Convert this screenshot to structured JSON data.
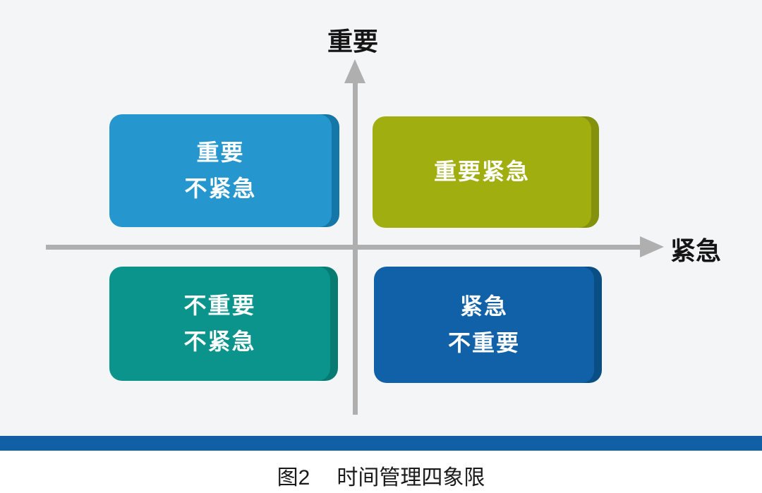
{
  "diagram": {
    "y_axis_label": "重要",
    "x_axis_label": "紧急",
    "quadrants": [
      {
        "id": "important-not-urgent",
        "position": "top-left",
        "line1": "重要",
        "line2": "不紧急",
        "color": "#2697CE",
        "edge_color": "#1477A7"
      },
      {
        "id": "important-urgent",
        "position": "top-right",
        "line1": "重要紧急",
        "color": "#A0AE10",
        "edge_color": "#84910C"
      },
      {
        "id": "not-important-not-urgent",
        "position": "bottom-left",
        "line1": "不重要",
        "line2": "不紧急",
        "color": "#0A948C",
        "edge_color": "#077A72"
      },
      {
        "id": "urgent-not-important",
        "position": "bottom-right",
        "line1": "紧急",
        "line2": "不重要",
        "color": "#1061A8",
        "edge_color": "#0A4E86"
      }
    ],
    "colors": {
      "background": "#F4F5F6",
      "axis": "#AFAFAF",
      "divider_bar": "#1160A6",
      "box_text": "#FFFFFF",
      "label_text": "#151515"
    }
  },
  "caption": {
    "figure_number": "图2",
    "title": "时间管理四象限"
  }
}
